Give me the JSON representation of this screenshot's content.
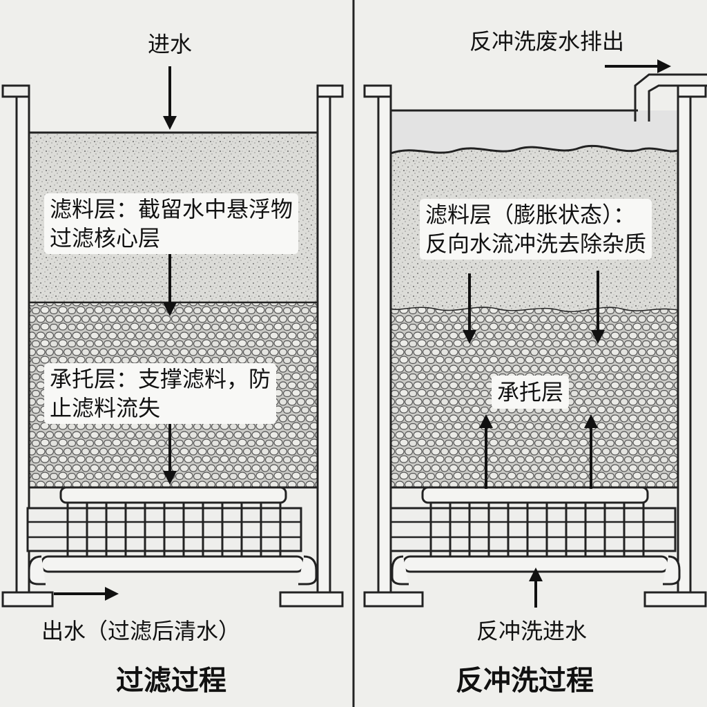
{
  "filtration": {
    "inlet_label": "进水",
    "media_label_line1": "滤料层：截留水中悬浮物",
    "media_label_line2": "过滤核心层",
    "support_label_line1": "承托层：支撑滤料，防",
    "support_label_line2": "止滤料流失",
    "outlet_label": "出水（过滤后清水）",
    "caption": "过滤过程"
  },
  "backwash": {
    "waste_label": "反冲洗废水排出",
    "media_label_line1": "滤料层（膨胀状态）：",
    "media_label_line2": "反向水流冲洗去除杂质",
    "support_label": "承托层",
    "inlet_label": "反冲洗进水",
    "caption": "反冲洗过程"
  },
  "colors": {
    "background": "#efefec",
    "line": "#1a1a1a",
    "media_fill": "#dcdcd8",
    "gravel_fill": "#e6e6e2",
    "water_fill": "#e3e3e3"
  }
}
